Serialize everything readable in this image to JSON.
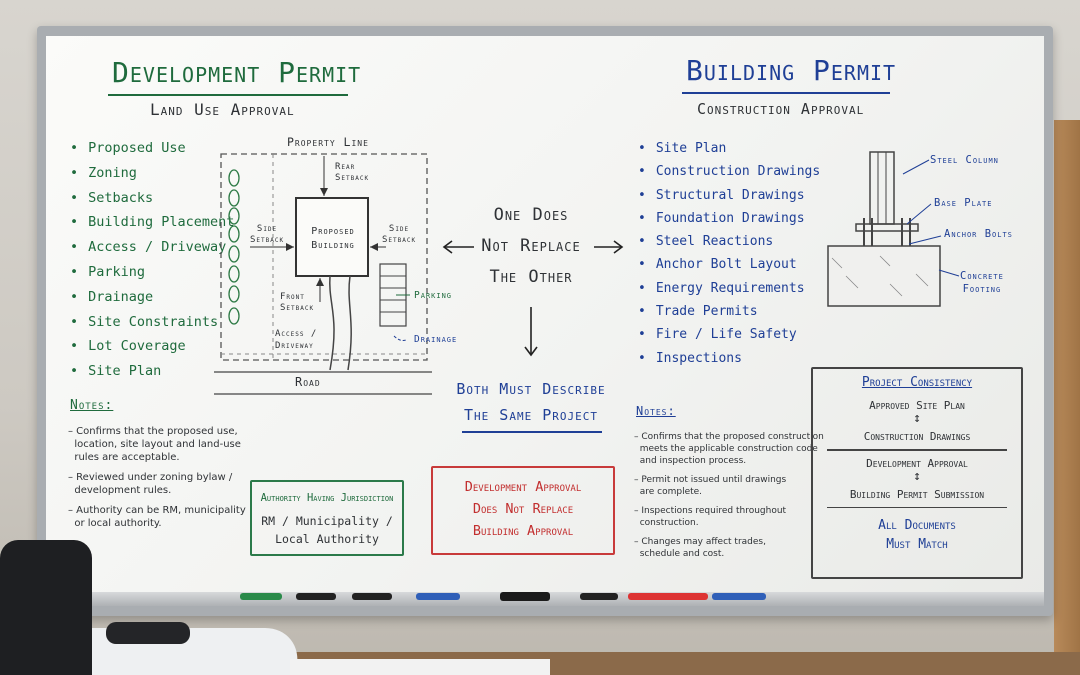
{
  "left": {
    "title": "Development Permit",
    "subtitle": "Land Use Approval",
    "items": [
      "Proposed Use",
      "Zoning",
      "Setbacks",
      "Building Placement",
      "Access / Driveway",
      "Parking",
      "Drainage",
      "Site Constraints",
      "Lot Coverage",
      "Site Plan"
    ],
    "notes_heading": "Notes:",
    "notes": [
      "– Confirms that the proposed use,\n  location, site layout and land-use\n  rules are acceptable.",
      "– Reviewed under zoning bylaw /\n  development rules.",
      "– Authority can be RM, municipality\n  or local authority."
    ]
  },
  "site_plan": {
    "property_line": "Property Line",
    "rear_setback": [
      "Rear",
      "Setback"
    ],
    "side_setback_left": [
      "Side",
      "Setback"
    ],
    "side_setback_right": [
      "Side",
      "Setback"
    ],
    "building": [
      "Proposed",
      "Building"
    ],
    "front_setback": [
      "Front",
      "Setback"
    ],
    "access": [
      "Access /",
      "Driveway"
    ],
    "parking": "Parking",
    "drainage": "Drainage",
    "road": "Road"
  },
  "center": {
    "lines": [
      "One Does",
      "Not Replace",
      "The Other"
    ],
    "both": [
      "Both Must Describe",
      "The Same Project"
    ]
  },
  "authority_box": {
    "title": "Authority Having Jurisdiction",
    "lines": [
      "RM / Municipality /",
      "Local Authority"
    ]
  },
  "red_box": {
    "lines": [
      "Development Approval",
      "Does Not Replace",
      "Building Approval"
    ]
  },
  "right": {
    "title": "Building Permit",
    "subtitle": "Construction Approval",
    "items": [
      "Site Plan",
      "Construction Drawings",
      "Structural Drawings",
      "Foundation Drawings",
      "Steel Reactions",
      "Anchor Bolt Layout",
      "Energy Requirements",
      "Trade Permits",
      "Fire / Life Safety",
      "Inspections"
    ],
    "notes_heading": "Notes:",
    "notes": [
      "– Confirms that the proposed construction\n  meets the applicable construction code\n  and inspection process.",
      "– Permit not issued until drawings\n  are complete.",
      "– Inspections required throughout\n  construction.",
      "– Changes may affect trades,\n  schedule and cost."
    ]
  },
  "column_detail": {
    "steel_column": "Steel Column",
    "base_plate": "Base Plate",
    "anchor_bolts": "Anchor Bolts",
    "concrete": [
      "Concrete",
      "Footing"
    ]
  },
  "consistency_box": {
    "title": "Project Consistency",
    "pair1": [
      "Approved Site Plan",
      "Construction Drawings"
    ],
    "pair2": [
      "Development Approval",
      "Building Permit Submission"
    ],
    "footer": [
      "All Documents",
      "Must Match"
    ]
  },
  "colors": {
    "green": "#1f6b3d",
    "blue": "#1f3f96",
    "red": "#c22f2f",
    "dark": "#2f3236"
  }
}
